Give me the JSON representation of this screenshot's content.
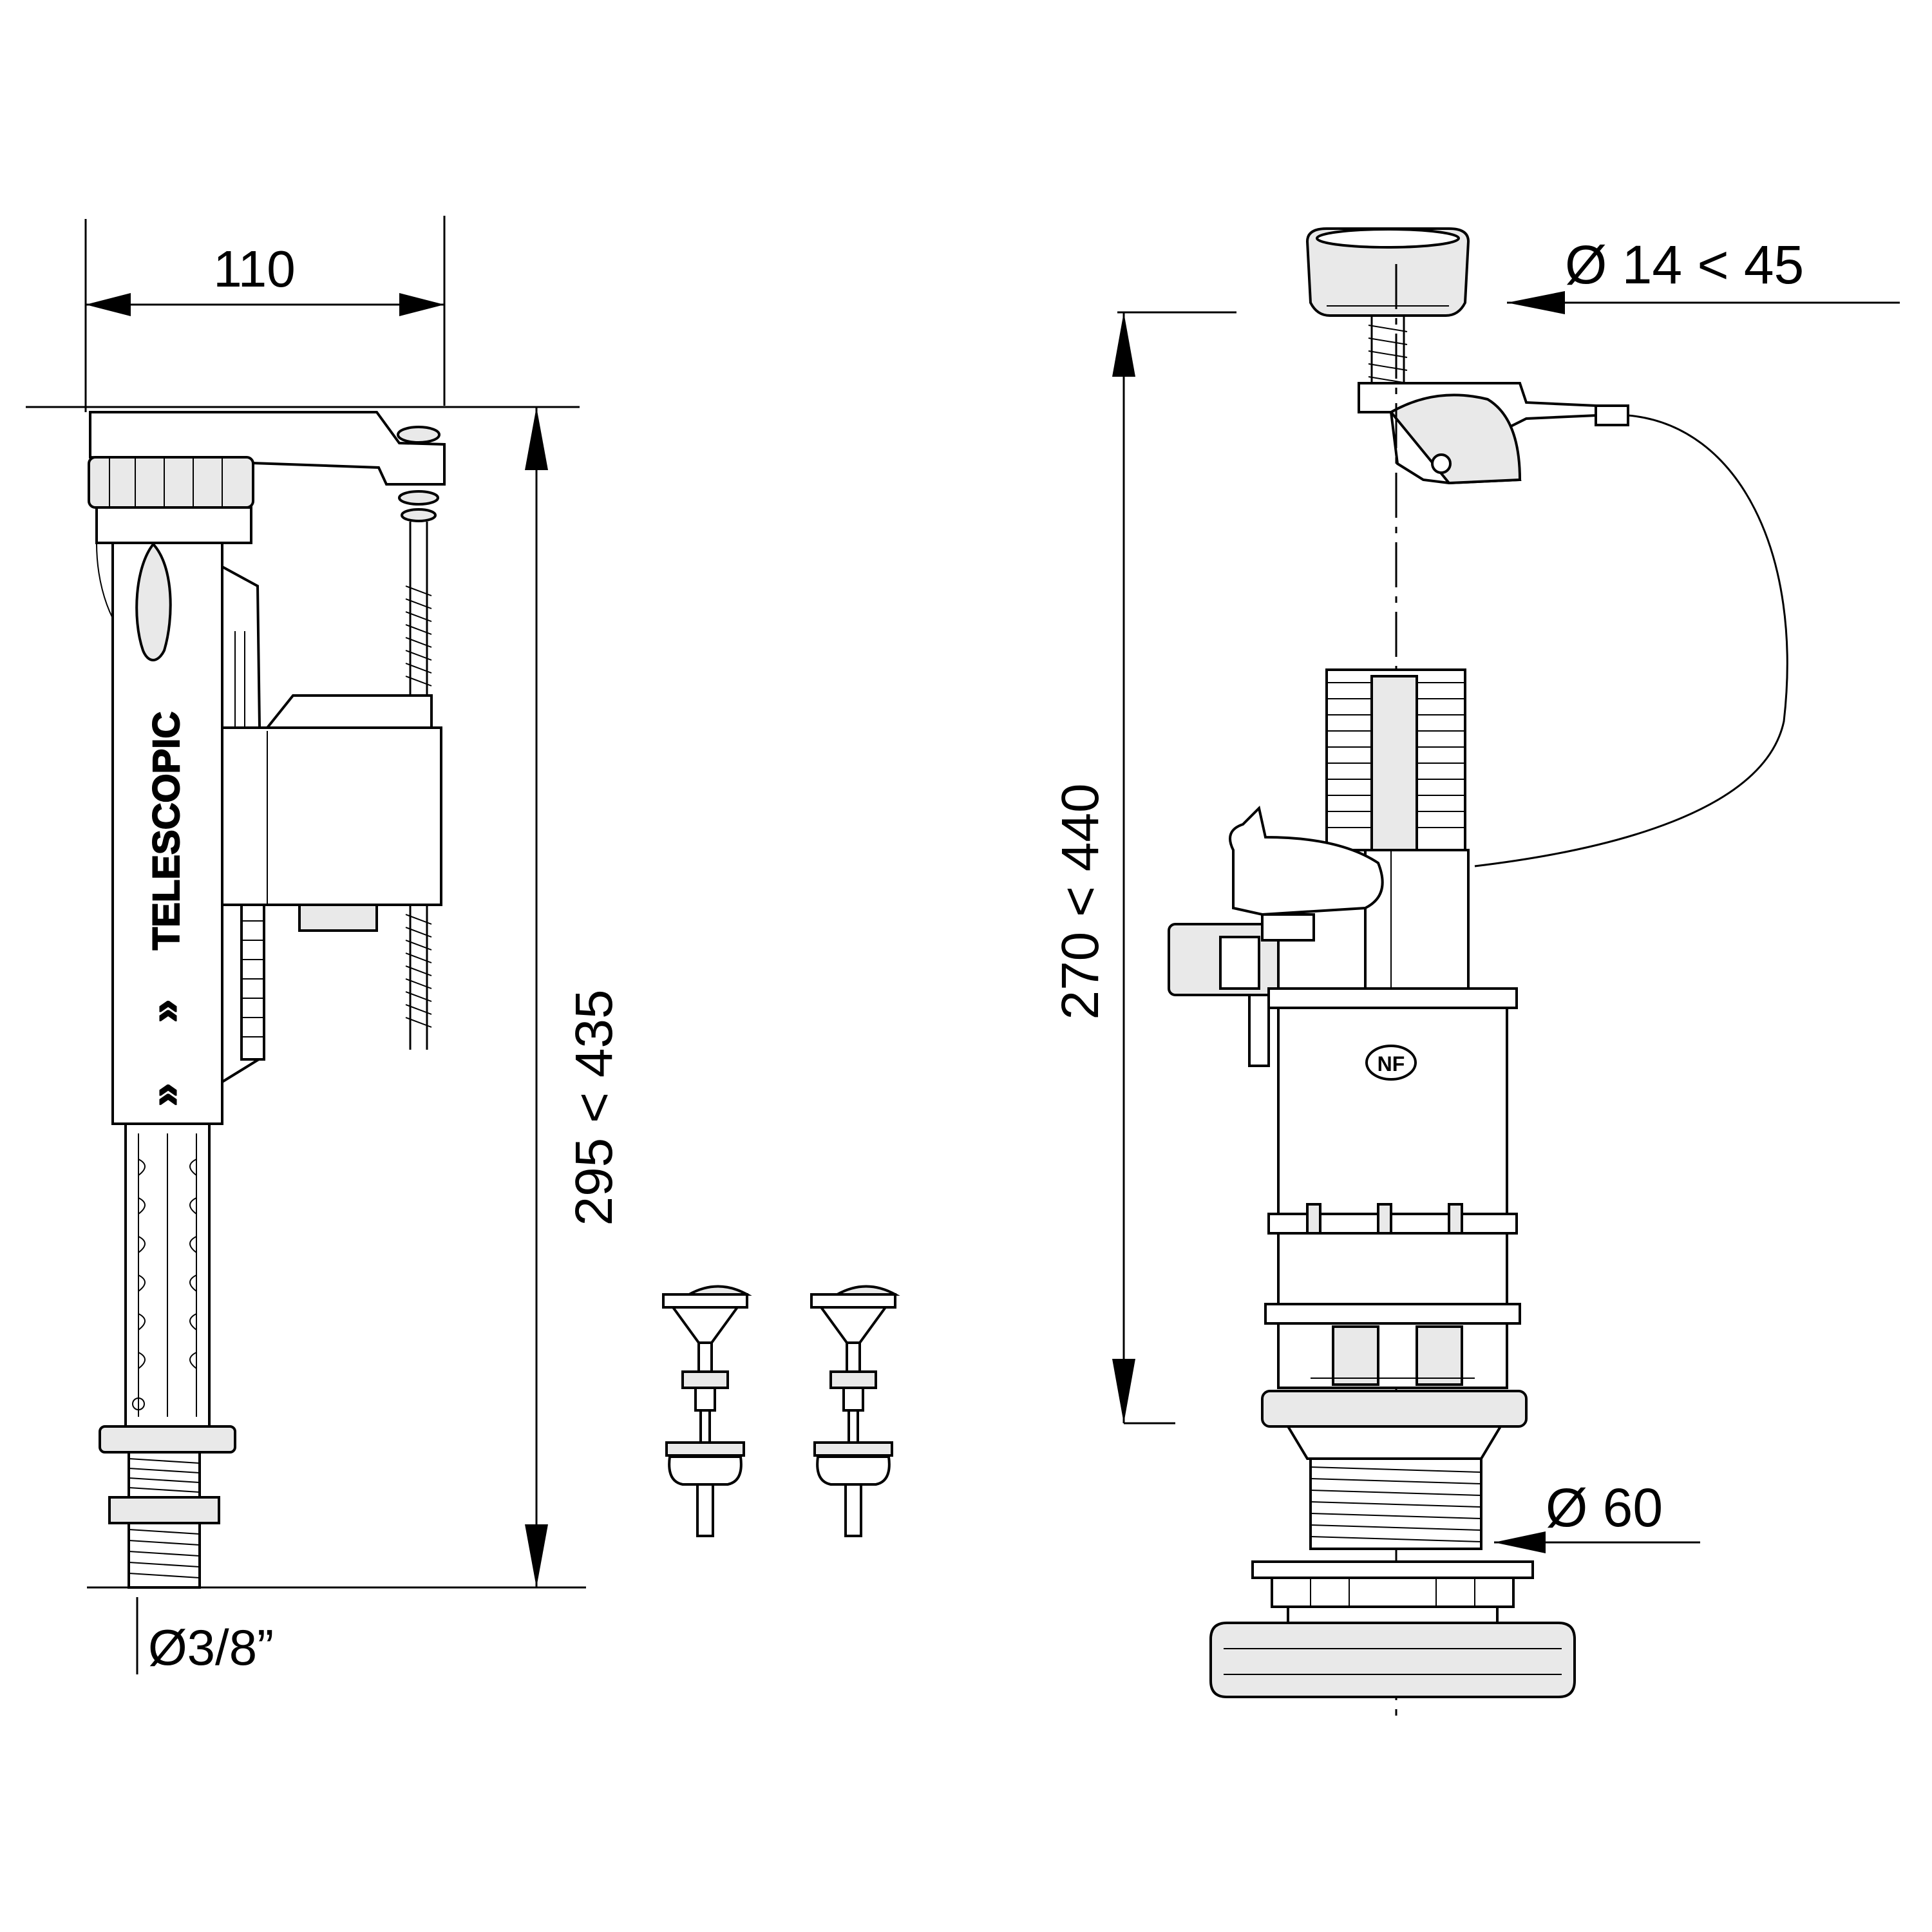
{
  "drawing": {
    "fill_valve": {
      "width_label": "110",
      "height_label": "295 < 435",
      "inlet_label": "Ø3/8”",
      "body_text": "TELESCOPIC"
    },
    "flush_valve": {
      "button_label": "Ø 14 < 45",
      "height_label": "270 < 440",
      "outlet_label": "Ø 60",
      "mark_text": "NF"
    }
  }
}
